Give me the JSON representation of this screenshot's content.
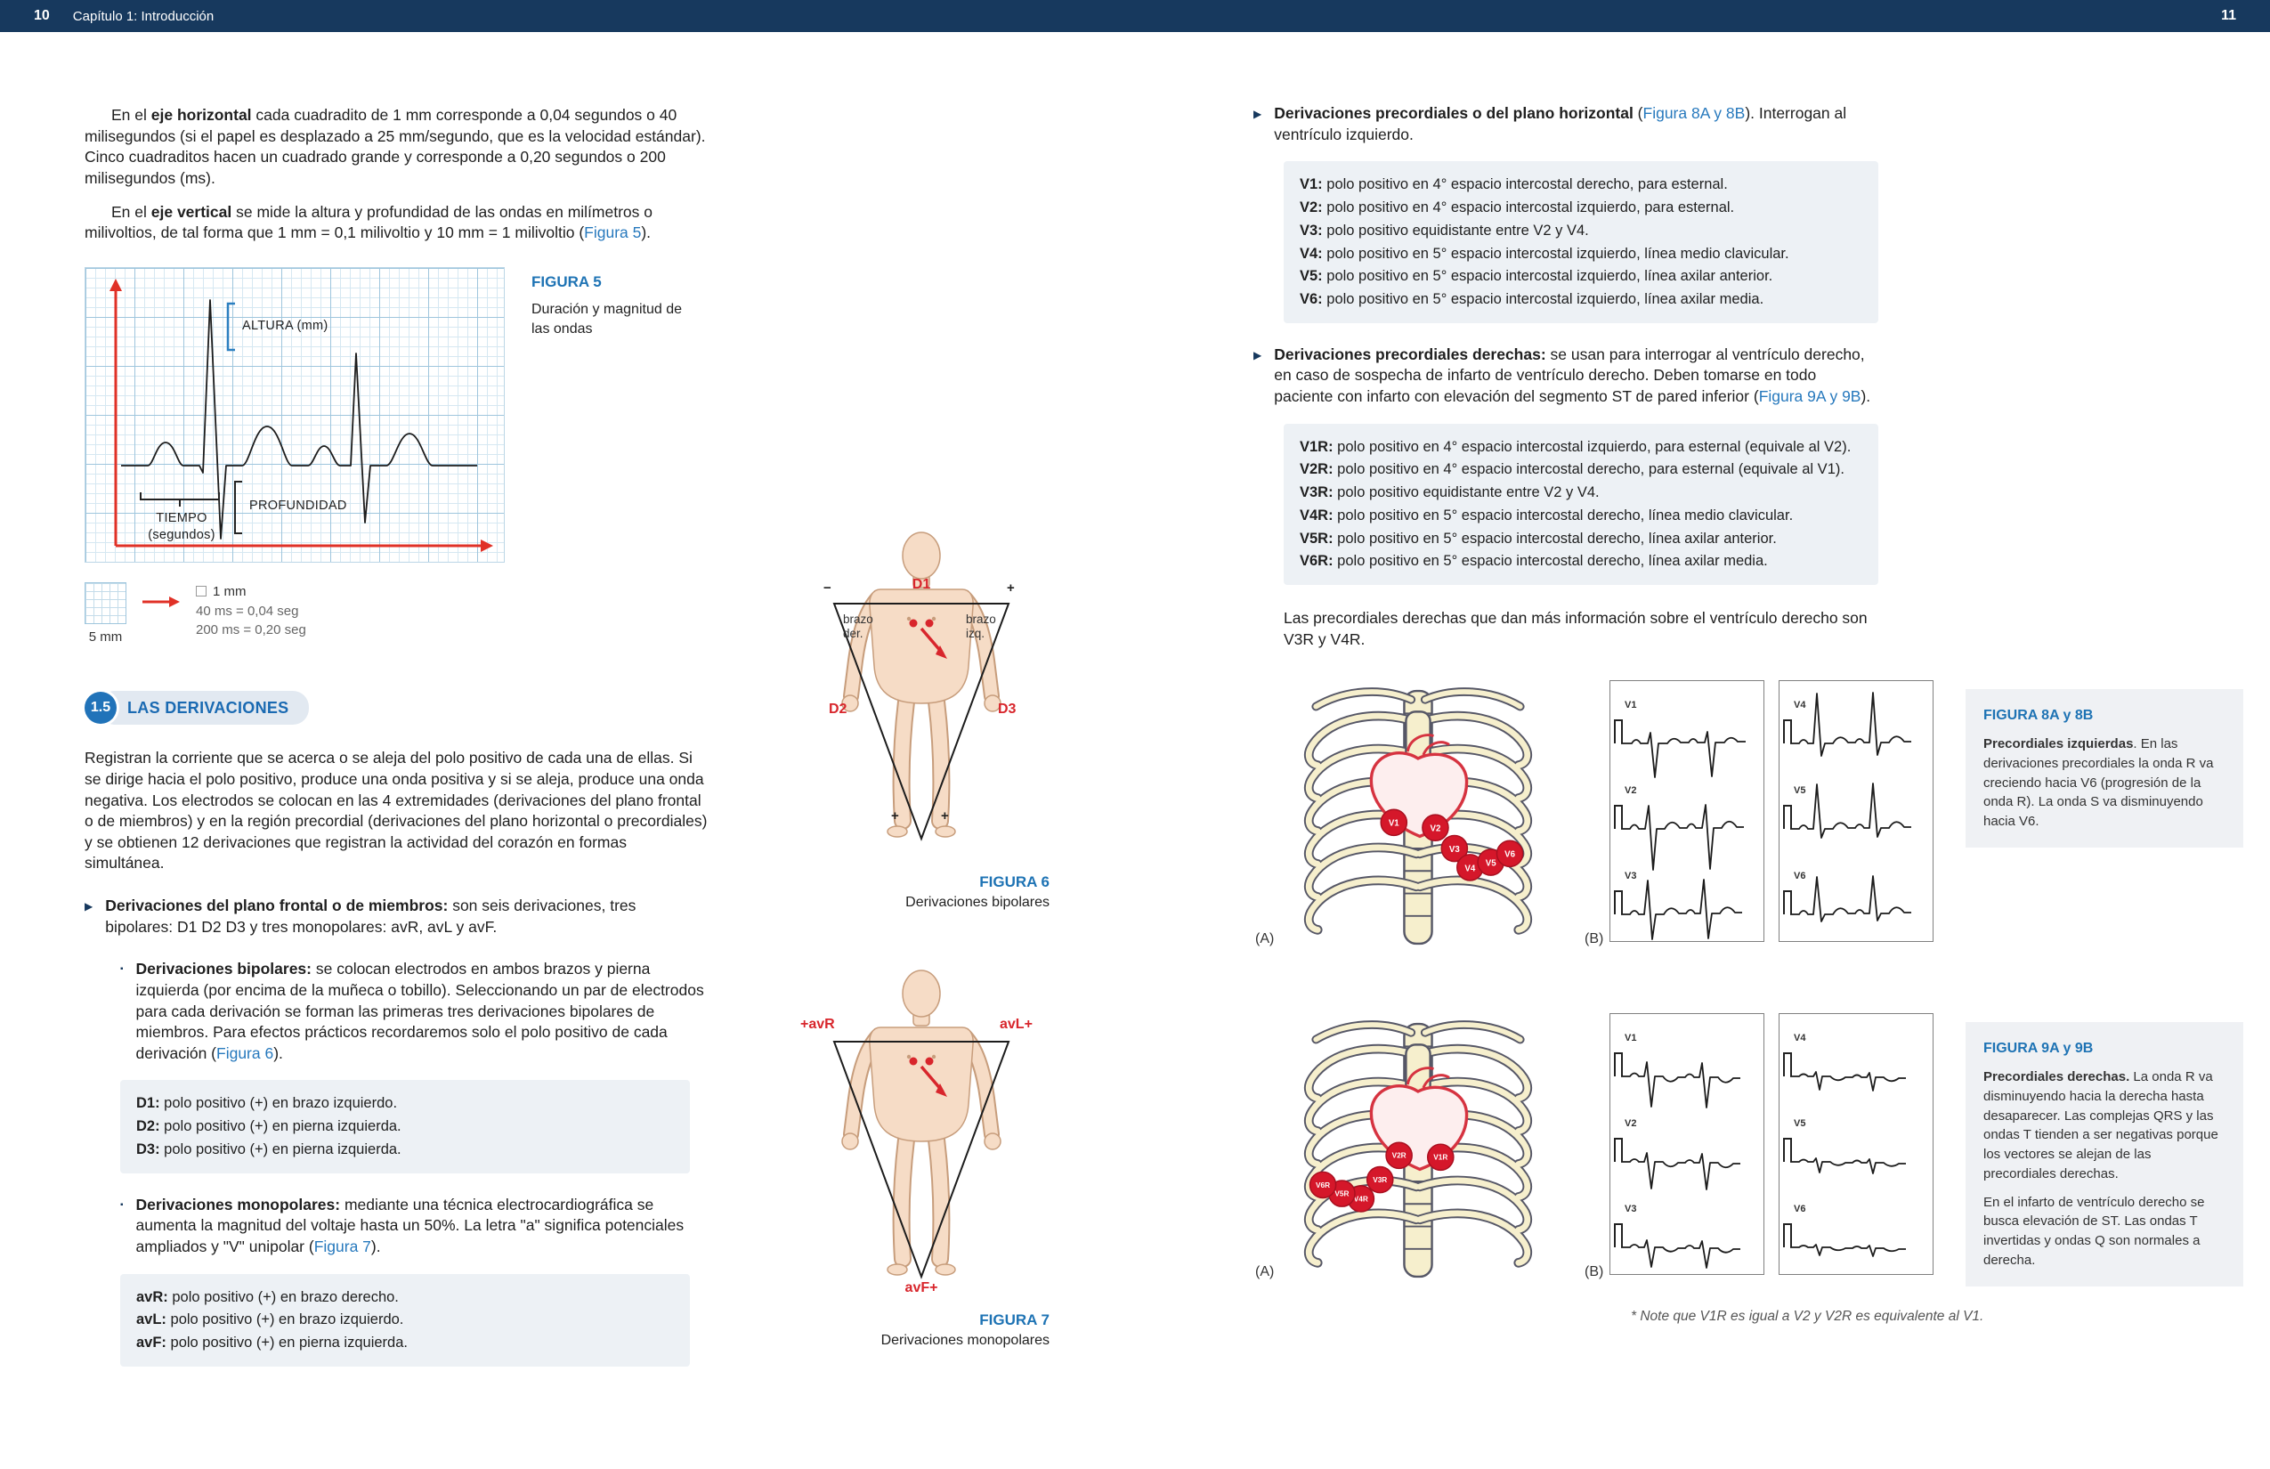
{
  "header": {
    "left_num": "10",
    "chapter": "Capítulo 1: Introducción",
    "right_num": "11"
  },
  "left": {
    "p1": [
      {
        "t": "En el ",
        "s": ""
      },
      {
        "t": "eje horizontal",
        "s": "b"
      },
      {
        "t": " cada cuadradito de 1 mm corresponde a 0,04 segundos o 40 milisegundos (si el papel es desplazado a 25 mm/segundo, que es la velocidad estándar). Cinco cuadraditos hacen un cuadrado grande y corresponde a 0,20 segundos o 200 milisegundos (ms).",
        "s": ""
      }
    ],
    "p2": [
      {
        "t": "En el ",
        "s": ""
      },
      {
        "t": "eje vertical",
        "s": "b"
      },
      {
        "t": " se mide la altura y profundidad de las ondas en milímetros o milivoltios, de tal forma que 1 mm = 0,1 milivoltio y 10 mm = 1 milivoltio (",
        "s": ""
      },
      {
        "t": "Figura 5",
        "s": "link"
      },
      {
        "t": ").",
        "s": ""
      }
    ],
    "fig5": {
      "altura": "ALTURA (mm)",
      "profundidad": "PROFUNDIDAD",
      "tiempo": "TIEMPO\n(segundos)",
      "caption_title": "FIGURA 5",
      "caption_text": "Duración y magnitud de las ondas",
      "scale_5mm": "5 mm",
      "scale_1mm": "1 mm",
      "scale_40": "40 ms = 0,04 seg",
      "scale_200": "200 ms = 0,20 seg"
    },
    "section": {
      "num": "1.5",
      "title": "LAS DERIVACIONES"
    },
    "intro": "Registran la corriente que se acerca o se aleja del polo positivo de cada una de ellas. Si se dirige hacia el polo positivo, produce una onda positiva y si se aleja, produce una onda negativa. Los electrodos se colocan en las 4 extremidades (derivaciones del plano frontal o de miembros) y en la región precordial (derivaciones del plano horizontal o precordiales) y se obtienen 12 derivaciones que registran la actividad del corazón en formas simultánea.",
    "bullet1": [
      {
        "t": "Derivaciones del plano frontal o de miembros:",
        "s": "b"
      },
      {
        "t": " son seis derivaciones, tres bipolares: D1 D2 D3 y tres monopolares: avR, avL y avF.",
        "s": ""
      }
    ],
    "sub1": [
      {
        "t": "Derivaciones bipolares:",
        "s": "b"
      },
      {
        "t": " se colocan electrodos en ambos brazos y pierna izquierda (por encima de la muñeca o tobillo). Seleccionando un par de electrodos para cada derivación se forman las primeras tres derivaciones bipolares de miembros. Para efectos prácticos recordaremos solo el polo positivo de cada derivación (",
        "s": ""
      },
      {
        "t": "Figura 6",
        "s": "link"
      },
      {
        "t": ").",
        "s": ""
      }
    ],
    "boxD": {
      "items": [
        [
          {
            "t": "D1:",
            "s": "b"
          },
          {
            "t": " polo positivo (+) en brazo izquierdo.",
            "s": ""
          }
        ],
        [
          {
            "t": "D2:",
            "s": "b"
          },
          {
            "t": " polo positivo (+) en pierna izquierda.",
            "s": ""
          }
        ],
        [
          {
            "t": "D3:",
            "s": "b"
          },
          {
            "t": " polo positivo (+) en pierna izquierda.",
            "s": ""
          }
        ]
      ]
    },
    "sub2": [
      {
        "t": "Derivaciones monopolares:",
        "s": "b"
      },
      {
        "t": " mediante una técnica electrocardiográfica se aumenta la magnitud del voltaje hasta un 50%. La letra \"a\" significa potenciales ampliados y \"V\" unipolar (",
        "s": ""
      },
      {
        "t": "Figura 7",
        "s": "link"
      },
      {
        "t": ").",
        "s": ""
      }
    ],
    "boxA": {
      "items": [
        [
          {
            "t": "avR:",
            "s": "b"
          },
          {
            "t": " polo positivo (+) en brazo derecho.",
            "s": ""
          }
        ],
        [
          {
            "t": "avL:",
            "s": "b"
          },
          {
            "t": " polo positivo (+) en brazo izquierdo.",
            "s": ""
          }
        ],
        [
          {
            "t": "avF:",
            "s": "b"
          },
          {
            "t": " polo positivo (+) en pierna izquierda.",
            "s": ""
          }
        ]
      ]
    },
    "fig6": {
      "d1": "D1",
      "d2": "D2",
      "d3": "D3",
      "minus": "−",
      "plus": "+",
      "brazo_der": "brazo\nder.",
      "brazo_izq": "brazo\nizq.",
      "bottom_plus_left": "+",
      "bottom_plus_right": "+",
      "caption_title": "FIGURA 6",
      "caption_sub": "Derivaciones bipolares"
    },
    "fig7": {
      "avr": "+avR",
      "avl": "avL+",
      "avf": "avF+",
      "caption_title": "FIGURA 7",
      "caption_sub": "Derivaciones monopolares"
    }
  },
  "right": {
    "bullet_precordiales": [
      {
        "t": "Derivaciones precordiales o del plano horizontal",
        "s": "b"
      },
      {
        "t": " (",
        "s": ""
      },
      {
        "t": "Figura 8A y 8B",
        "s": "link"
      },
      {
        "t": "). Interrogan al ventrículo izquierdo.",
        "s": ""
      }
    ],
    "box_v": {
      "items": [
        [
          {
            "t": "V1:",
            "s": "b"
          },
          {
            "t": " polo positivo en 4° espacio intercostal derecho, para esternal.",
            "s": ""
          }
        ],
        [
          {
            "t": "V2:",
            "s": "b"
          },
          {
            "t": " polo positivo en 4° espacio intercostal izquierdo, para esternal.",
            "s": ""
          }
        ],
        [
          {
            "t": "V3:",
            "s": "b"
          },
          {
            "t": " polo positivo equidistante entre V2 y V4.",
            "s": ""
          }
        ],
        [
          {
            "t": "V4:",
            "s": "b"
          },
          {
            "t": " polo positivo en 5° espacio intercostal izquierdo, línea medio clavicular.",
            "s": ""
          }
        ],
        [
          {
            "t": "V5:",
            "s": "b"
          },
          {
            "t": " polo positivo en 5° espacio intercostal izquierdo, línea axilar anterior.",
            "s": ""
          }
        ],
        [
          {
            "t": "V6:",
            "s": "b"
          },
          {
            "t": " polo positivo en 5° espacio intercostal izquierdo, línea axilar media.",
            "s": ""
          }
        ]
      ]
    },
    "bullet_derechas": [
      {
        "t": "Derivaciones precordiales derechas:",
        "s": "b"
      },
      {
        "t": " se usan para interrogar al ventrículo derecho, en caso de sospecha de infarto de ventrículo derecho. Deben tomarse en todo paciente con infarto con elevación del segmento ST de pared inferior (",
        "s": ""
      },
      {
        "t": "Figura 9A y 9B",
        "s": "link"
      },
      {
        "t": ").",
        "s": ""
      }
    ],
    "box_vr": {
      "items": [
        [
          {
            "t": "V1R:",
            "s": "b"
          },
          {
            "t": " polo positivo en 4° espacio intercostal izquierdo, para esternal (equivale al V2).",
            "s": ""
          }
        ],
        [
          {
            "t": "V2R:",
            "s": "b"
          },
          {
            "t": " polo positivo en 4° espacio intercostal derecho, para esternal (equivale al V1).",
            "s": ""
          }
        ],
        [
          {
            "t": "V3R:",
            "s": "b"
          },
          {
            "t": " polo positivo equidistante entre V2 y V4.",
            "s": ""
          }
        ],
        [
          {
            "t": "V4R:",
            "s": "b"
          },
          {
            "t": " polo positivo en 5° espacio intercostal derecho, línea medio clavicular.",
            "s": ""
          }
        ],
        [
          {
            "t": "V5R:",
            "s": "b"
          },
          {
            "t": " polo positivo en 5° espacio intercostal derecho, línea axilar anterior.",
            "s": ""
          }
        ],
        [
          {
            "t": "V6R:",
            "s": "b"
          },
          {
            "t": " polo positivo en 5° espacio intercostal derecho, línea axilar media.",
            "s": ""
          }
        ]
      ]
    },
    "para_v3r": "Las precordiales derechas que dan más información sobre el ventrículo derecho son V3R y V4R.",
    "fig8": {
      "electrodes": [
        "V1",
        "V2",
        "V3",
        "V4",
        "V5",
        "V6"
      ],
      "strip_labels": [
        "V1",
        "V2",
        "V3",
        "V4",
        "V5",
        "V6"
      ],
      "label_a": "(A)",
      "label_b": "(B)",
      "caption_title": "FIGURA 8A y 8B",
      "caption": [
        {
          "t": "Precordiales izquierdas",
          "s": "b"
        },
        {
          "t": ". En las derivaciones precordiales la onda R va creciendo hacia V6 (progresión de la onda R). La onda S va disminuyendo hacia V6.",
          "s": ""
        }
      ]
    },
    "fig9": {
      "electrodes": [
        "V1R",
        "V2R",
        "V3R",
        "V4R",
        "V5R",
        "V6R"
      ],
      "strip_labels": [
        "V1",
        "V2",
        "V3",
        "V4",
        "V5",
        "V6"
      ],
      "label_a": "(A)",
      "label_b": "(B)",
      "caption_title": "FIGURA 9A y 9B",
      "caption": [
        {
          "t": "Precordiales derechas.",
          "s": "b"
        },
        {
          "t": " La onda R va disminuyendo hacia la derecha hasta desaparecer. Las complejas QRS y las ondas T tienden a ser negativas porque los vectores se alejan de las precordiales derechas.",
          "s": ""
        }
      ],
      "caption2": "En el infarto de ventrículo derecho se busca elevación de ST. Las ondas T invertidas y ondas Q son normales a derecha."
    },
    "footnote": "* Note que V1R es igual a V2 y V2R es equivalente al V1."
  }
}
